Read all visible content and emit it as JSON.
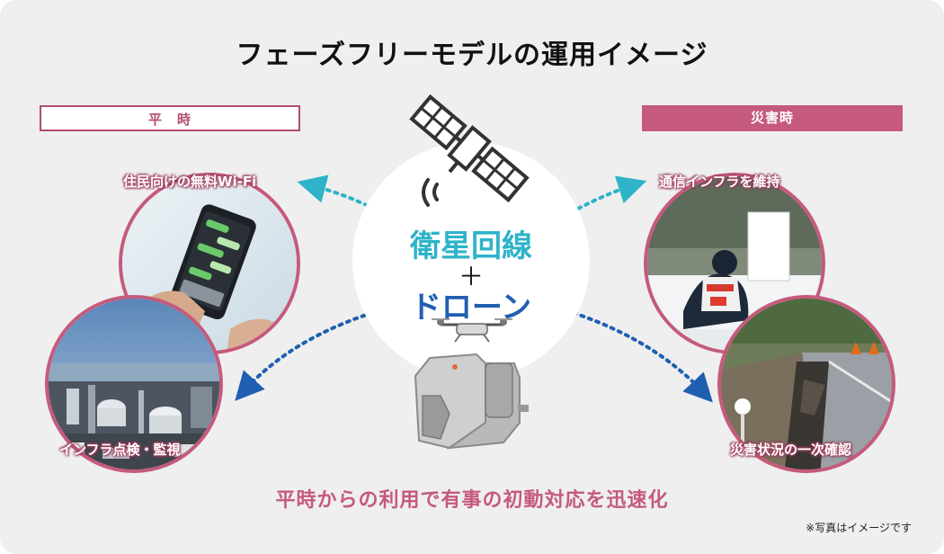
{
  "title": "フェーズフリーモデルの運用イメージ",
  "normal": {
    "label": "平　時",
    "items": [
      {
        "caption": "住民向けの無料Wi-Fi",
        "photo_icon": "smartphone-chat-photo"
      },
      {
        "caption": "インフラ点検・監視",
        "photo_icon": "industrial-plant-photo"
      }
    ]
  },
  "disaster": {
    "label": "災害時",
    "items": [
      {
        "caption": "通信インフラを維持",
        "photo_icon": "rescue-worker-snow-photo"
      },
      {
        "caption": "災害状況の一次確認",
        "photo_icon": "damaged-road-photo"
      }
    ]
  },
  "center": {
    "satellite": "衛星回線",
    "plus": "＋",
    "drone": "ドローン",
    "icons": [
      "satellite-icon",
      "drone-icon",
      "drone-dock-icon"
    ]
  },
  "bottom_message": "平時からの利用で有事の初動対応を迅速化",
  "note": "※写真はイメージです",
  "colors": {
    "accent_pink": "#c55a7c",
    "satellite_cyan": "#2fb3c8",
    "drone_blue": "#1f5fb1",
    "background": "#efefef"
  }
}
